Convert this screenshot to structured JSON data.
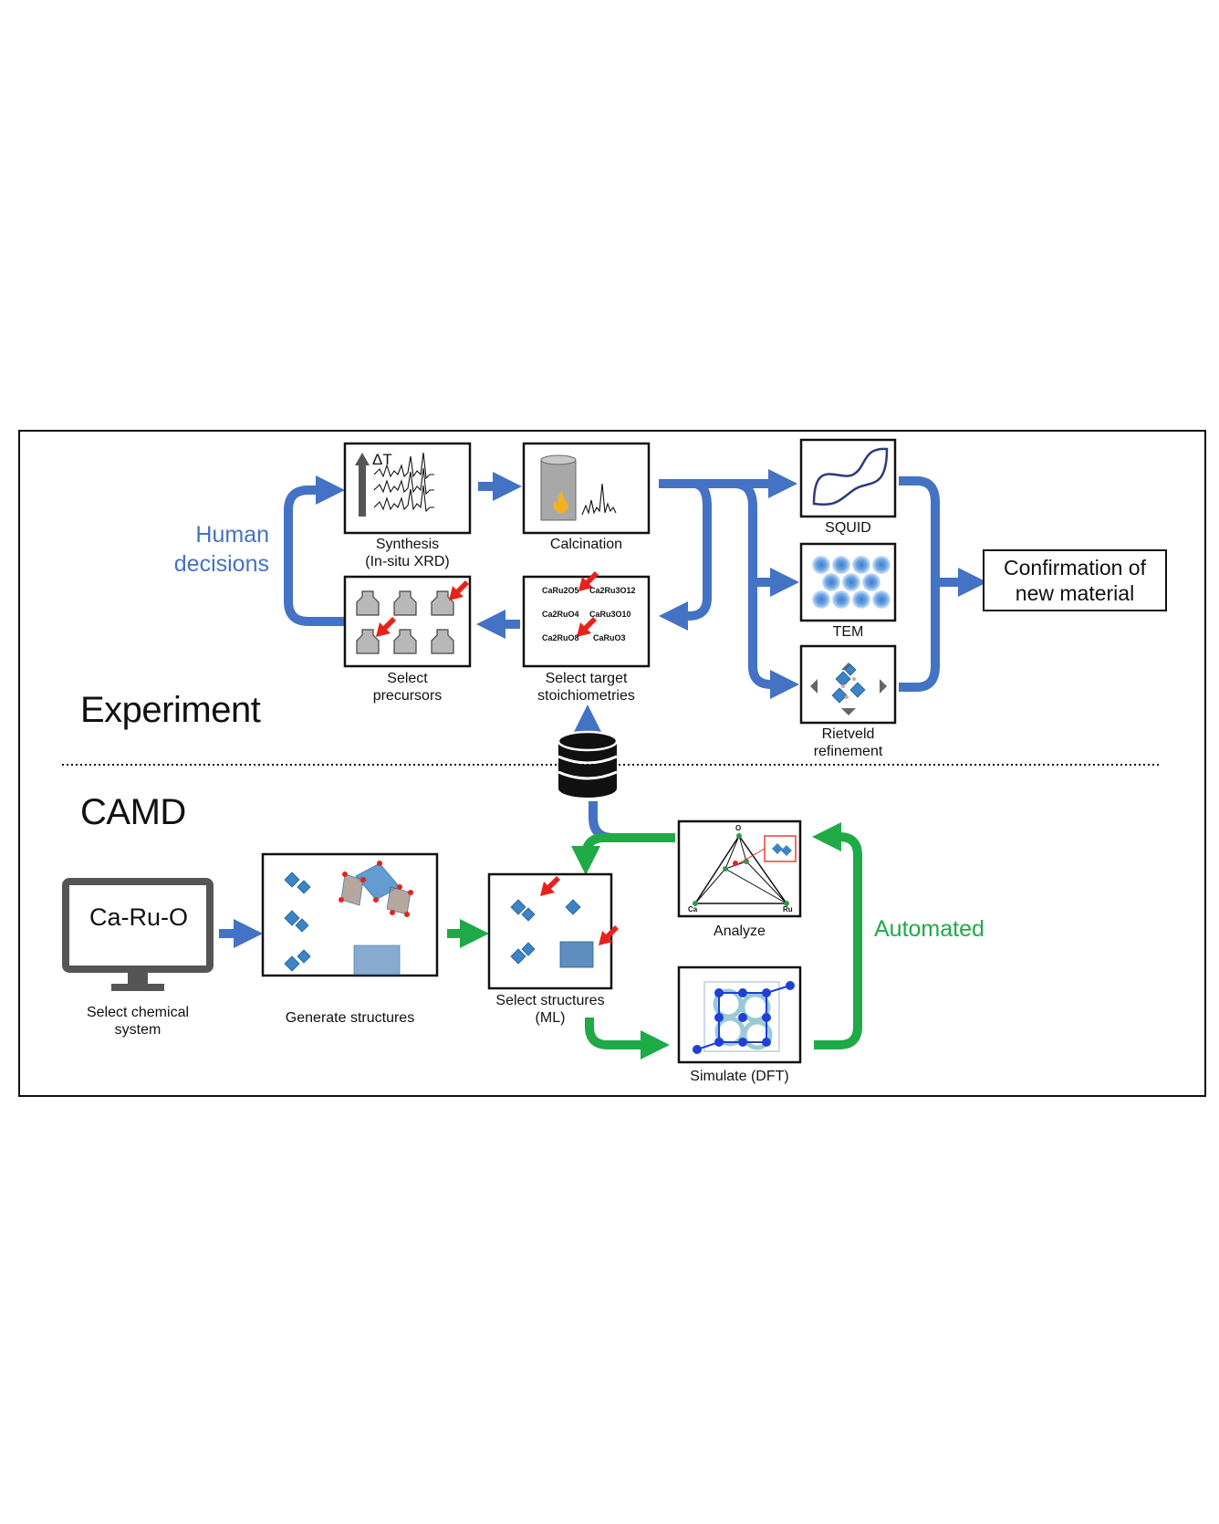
{
  "sections": {
    "experiment": "Experiment",
    "camd": "CAMD"
  },
  "side_labels": {
    "human_line1": "Human",
    "human_line2": "decisions",
    "automated": "Automated"
  },
  "experiment_steps": {
    "synthesis": {
      "line1": "Synthesis",
      "line2": "(In-situ XRD)",
      "delta_t": "ΔT"
    },
    "calcination": {
      "line1": "Calcination"
    },
    "select_precursors": {
      "line1": "Select",
      "line2": "precursors"
    },
    "select_targets": {
      "line1": "Select target",
      "line2": "stoichiometries"
    },
    "squid": {
      "line1": "SQUID"
    },
    "tem": {
      "line1": "TEM"
    },
    "rietveld": {
      "line1": "Rietveld",
      "line2": "refinement"
    }
  },
  "stoichiometries": [
    "CaRu2O5",
    "Ca2Ru3O12",
    "Ca2RuO4",
    "CaRu3O10",
    "Ca2RuO8",
    "CaRuO3"
  ],
  "confirmation": {
    "line1": "Confirmation of",
    "line2": "new material"
  },
  "camd_steps": {
    "chemical_system": {
      "screen_text": "Ca-Ru-O",
      "line1": "Select chemical",
      "line2": "system"
    },
    "generate": {
      "line1": "Generate structures"
    },
    "select_ml": {
      "line1": "Select structures",
      "line2": "(ML)"
    },
    "analyze": {
      "line1": "Analyze",
      "vertex_o": "O",
      "vertex_ca": "Ca",
      "vertex_ru": "Ru"
    },
    "simulate": {
      "line1": "Simulate (DFT)"
    }
  },
  "colors": {
    "experiment_arrow": "#4472c4",
    "camd_arrow": "#1faa48",
    "highlight_arrow": "#e8221b"
  },
  "icons": [
    "database-icon",
    "monitor-icon",
    "flame-icon",
    "vial-icon"
  ]
}
